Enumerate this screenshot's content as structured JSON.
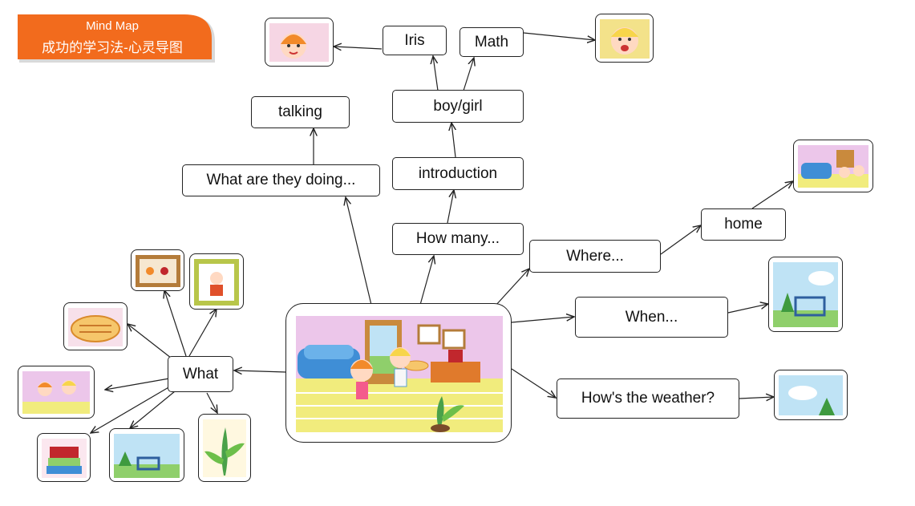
{
  "banner": {
    "title": "Mind Map",
    "subtitle": "成功的学习法-心灵导图",
    "color": "#f26b1d"
  },
  "center": {
    "picture": "living-room-children-scene"
  },
  "nodes": {
    "what": "What",
    "what_doing": "What are they doing...",
    "talking": "talking",
    "how_many": "How many...",
    "introduction": "introduction",
    "boy_girl": "boy/girl",
    "iris": "Iris",
    "math": "Math",
    "where": "Where...",
    "home": "home",
    "when": "When...",
    "weather": "How's the weather?"
  },
  "pictures": [
    "girl-face",
    "boy-face",
    "home-room",
    "park-sunny",
    "sky-tree",
    "framed-photo",
    "framed-picture",
    "pie",
    "two-children",
    "book-stack",
    "park-goal",
    "plant"
  ],
  "colors": {
    "line": "#222222",
    "banner": "#f26b1d",
    "wall": "#ecc6ea",
    "floor": "#f1ec7d",
    "sofa": "#3f8ed6"
  }
}
